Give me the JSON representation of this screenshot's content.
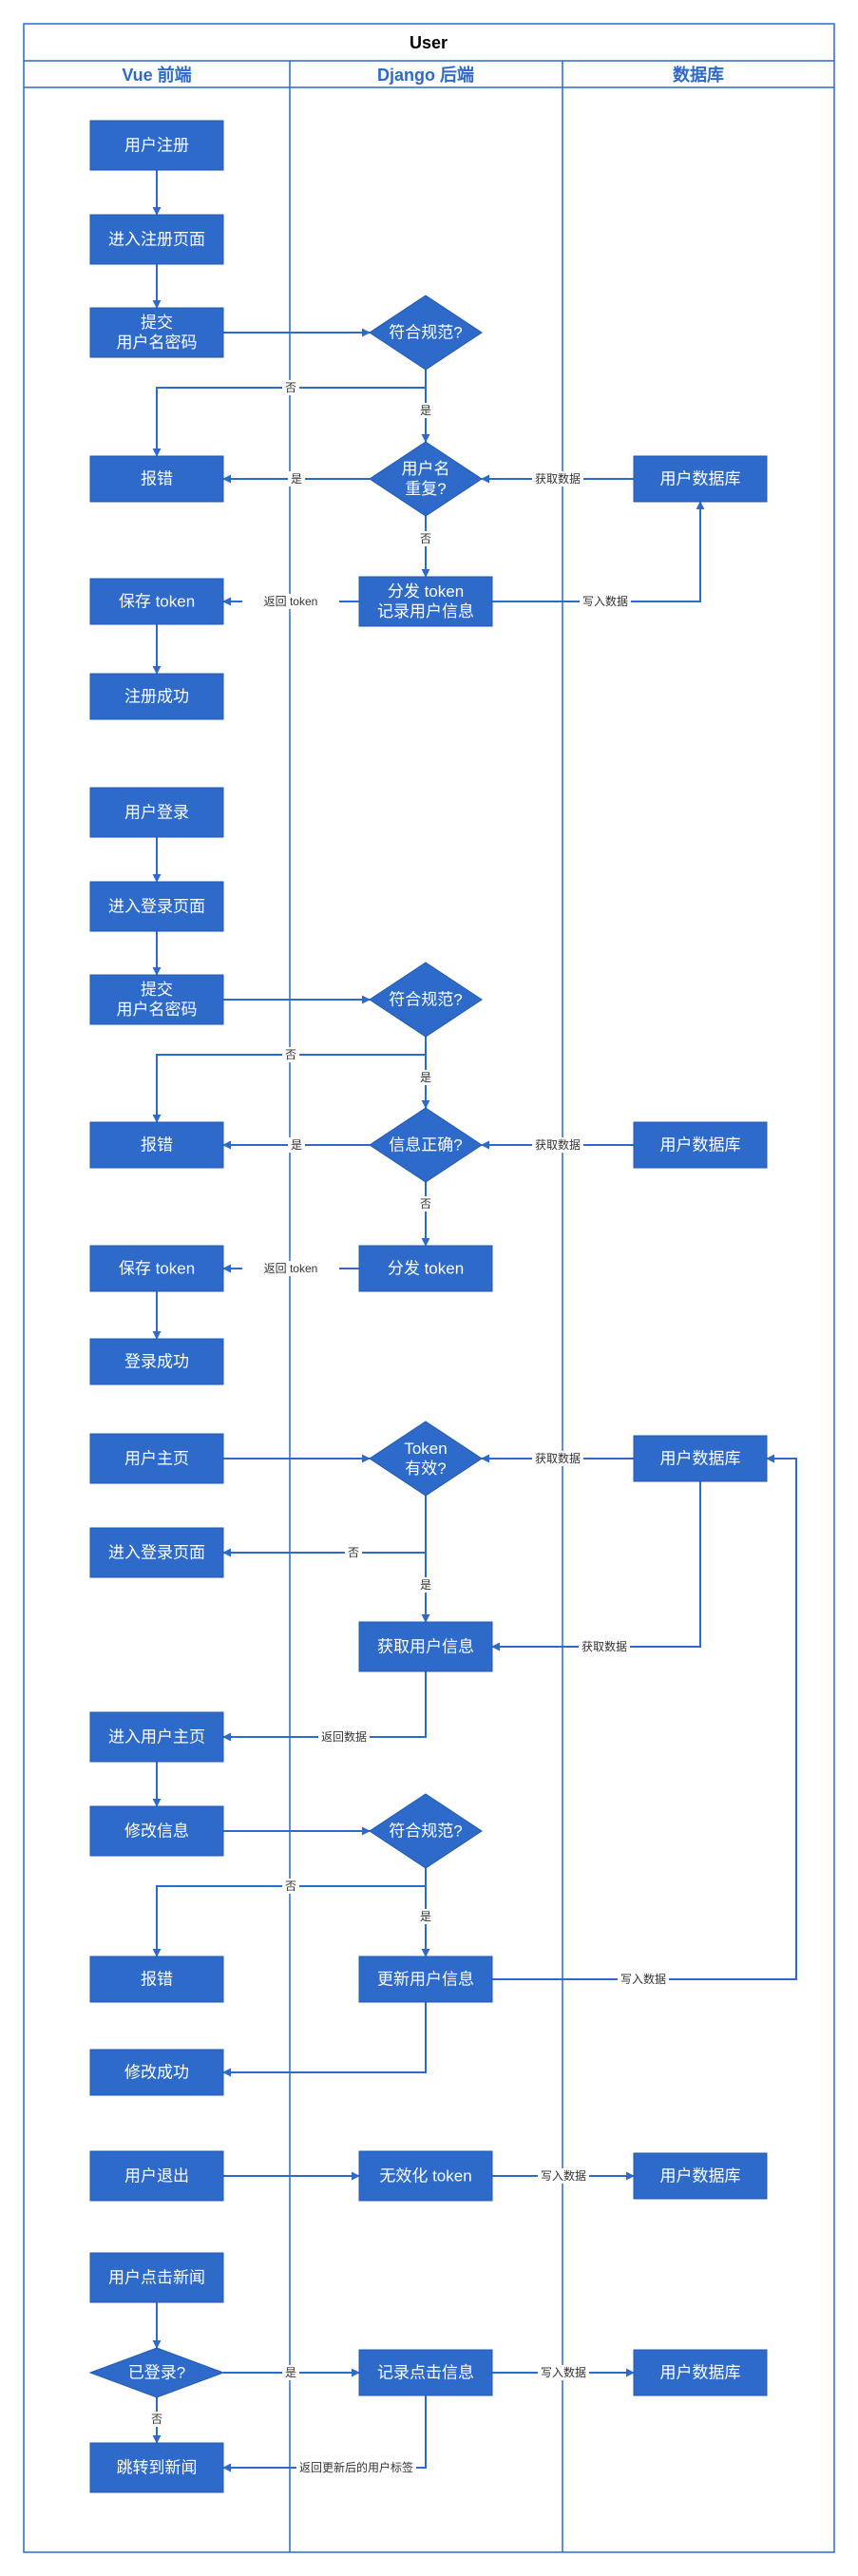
{
  "pool": {
    "title": "User"
  },
  "lanes": [
    {
      "id": "vue",
      "title": "Vue 前端"
    },
    {
      "id": "django",
      "title": "Django 后端"
    },
    {
      "id": "db",
      "title": "数据库"
    }
  ],
  "colors": {
    "node_fill": "#2d6ac9",
    "line": "#2d6ac9",
    "lane_border": "#2d6ac9"
  },
  "nodes": [
    {
      "id": "reg_start",
      "type": "process",
      "lane": "vue",
      "lines": [
        "用户注册"
      ]
    },
    {
      "id": "reg_page",
      "type": "process",
      "lane": "vue",
      "lines": [
        "进入注册页面"
      ]
    },
    {
      "id": "reg_submit",
      "type": "process",
      "lane": "vue",
      "lines": [
        "提交",
        "用户名密码"
      ]
    },
    {
      "id": "reg_valid",
      "type": "decision",
      "lane": "django",
      "lines": [
        "符合规范?"
      ]
    },
    {
      "id": "reg_err",
      "type": "process",
      "lane": "vue",
      "lines": [
        "报错"
      ]
    },
    {
      "id": "reg_dup",
      "type": "decision",
      "lane": "django",
      "lines": [
        "用户名",
        "重复?"
      ]
    },
    {
      "id": "reg_db",
      "type": "process",
      "lane": "db",
      "lines": [
        "用户数据库"
      ]
    },
    {
      "id": "reg_save_token",
      "type": "process",
      "lane": "vue",
      "lines": [
        "保存 token"
      ]
    },
    {
      "id": "reg_issue",
      "type": "process",
      "lane": "django",
      "lines": [
        "分发 token",
        "记录用户信息"
      ]
    },
    {
      "id": "reg_success",
      "type": "process",
      "lane": "vue",
      "lines": [
        "注册成功"
      ]
    },
    {
      "id": "login_start",
      "type": "process",
      "lane": "vue",
      "lines": [
        "用户登录"
      ]
    },
    {
      "id": "login_page",
      "type": "process",
      "lane": "vue",
      "lines": [
        "进入登录页面"
      ]
    },
    {
      "id": "login_submit",
      "type": "process",
      "lane": "vue",
      "lines": [
        "提交",
        "用户名密码"
      ]
    },
    {
      "id": "login_valid",
      "type": "decision",
      "lane": "django",
      "lines": [
        "符合规范?"
      ]
    },
    {
      "id": "login_err",
      "type": "process",
      "lane": "vue",
      "lines": [
        "报错"
      ]
    },
    {
      "id": "login_check",
      "type": "decision",
      "lane": "django",
      "lines": [
        "信息正确?"
      ]
    },
    {
      "id": "login_db",
      "type": "process",
      "lane": "db",
      "lines": [
        "用户数据库"
      ]
    },
    {
      "id": "login_save_token",
      "type": "process",
      "lane": "vue",
      "lines": [
        "保存 token"
      ]
    },
    {
      "id": "login_issue",
      "type": "process",
      "lane": "django",
      "lines": [
        "分发 token"
      ]
    },
    {
      "id": "login_success",
      "type": "process",
      "lane": "vue",
      "lines": [
        "登录成功"
      ]
    },
    {
      "id": "home",
      "type": "process",
      "lane": "vue",
      "lines": [
        "用户主页"
      ]
    },
    {
      "id": "token_valid",
      "type": "decision",
      "lane": "django",
      "lines": [
        "Token",
        "有效?"
      ]
    },
    {
      "id": "home_db",
      "type": "process",
      "lane": "db",
      "lines": [
        "用户数据库"
      ]
    },
    {
      "id": "goto_login",
      "type": "process",
      "lane": "vue",
      "lines": [
        "进入登录页面"
      ]
    },
    {
      "id": "get_info",
      "type": "process",
      "lane": "django",
      "lines": [
        "获取用户信息"
      ]
    },
    {
      "id": "enter_home",
      "type": "process",
      "lane": "vue",
      "lines": [
        "进入用户主页"
      ]
    },
    {
      "id": "edit_info",
      "type": "process",
      "lane": "vue",
      "lines": [
        "修改信息"
      ]
    },
    {
      "id": "edit_valid",
      "type": "decision",
      "lane": "django",
      "lines": [
        "符合规范?"
      ]
    },
    {
      "id": "edit_err",
      "type": "process",
      "lane": "vue",
      "lines": [
        "报错"
      ]
    },
    {
      "id": "update_info",
      "type": "process",
      "lane": "django",
      "lines": [
        "更新用户信息"
      ]
    },
    {
      "id": "edit_success",
      "type": "process",
      "lane": "vue",
      "lines": [
        "修改成功"
      ]
    },
    {
      "id": "logout",
      "type": "process",
      "lane": "vue",
      "lines": [
        "用户退出"
      ]
    },
    {
      "id": "invalidate",
      "type": "process",
      "lane": "django",
      "lines": [
        "无效化 token"
      ]
    },
    {
      "id": "logout_db",
      "type": "process",
      "lane": "db",
      "lines": [
        "用户数据库"
      ]
    },
    {
      "id": "click_news",
      "type": "process",
      "lane": "vue",
      "lines": [
        "用户点击新闻"
      ]
    },
    {
      "id": "logged_in",
      "type": "decision",
      "lane": "vue",
      "lines": [
        "已登录?"
      ]
    },
    {
      "id": "record_click",
      "type": "process",
      "lane": "django",
      "lines": [
        "记录点击信息"
      ]
    },
    {
      "id": "click_db",
      "type": "process",
      "lane": "db",
      "lines": [
        "用户数据库"
      ]
    },
    {
      "id": "jump_news",
      "type": "process",
      "lane": "vue",
      "lines": [
        "跳转到新闻"
      ]
    }
  ],
  "edges": [
    {
      "from": "reg_start",
      "to": "reg_page",
      "label": ""
    },
    {
      "from": "reg_page",
      "to": "reg_submit",
      "label": ""
    },
    {
      "from": "reg_submit",
      "to": "reg_valid",
      "label": ""
    },
    {
      "from": "reg_valid",
      "to": "reg_err",
      "label": "否"
    },
    {
      "from": "reg_valid",
      "to": "reg_dup",
      "label": "是"
    },
    {
      "from": "reg_dup",
      "to": "reg_err",
      "label": "是"
    },
    {
      "from": "reg_db",
      "to": "reg_dup",
      "label": "获取数据"
    },
    {
      "from": "reg_dup",
      "to": "reg_issue",
      "label": "否"
    },
    {
      "from": "reg_issue",
      "to": "reg_save_token",
      "label": "返回 token"
    },
    {
      "from": "reg_issue",
      "to": "reg_db",
      "label": "写入数据"
    },
    {
      "from": "reg_save_token",
      "to": "reg_success",
      "label": ""
    },
    {
      "from": "login_start",
      "to": "login_page",
      "label": ""
    },
    {
      "from": "login_page",
      "to": "login_submit",
      "label": ""
    },
    {
      "from": "login_submit",
      "to": "login_valid",
      "label": ""
    },
    {
      "from": "login_valid",
      "to": "login_err",
      "label": "否"
    },
    {
      "from": "login_valid",
      "to": "login_check",
      "label": "是"
    },
    {
      "from": "login_check",
      "to": "login_err",
      "label": "是"
    },
    {
      "from": "login_db",
      "to": "login_check",
      "label": "获取数据"
    },
    {
      "from": "login_check",
      "to": "login_issue",
      "label": "否"
    },
    {
      "from": "login_issue",
      "to": "login_save_token",
      "label": "返回 token"
    },
    {
      "from": "login_save_token",
      "to": "login_success",
      "label": ""
    },
    {
      "from": "home",
      "to": "token_valid",
      "label": ""
    },
    {
      "from": "home_db",
      "to": "token_valid",
      "label": "获取数据"
    },
    {
      "from": "token_valid",
      "to": "goto_login",
      "label": "否"
    },
    {
      "from": "token_valid",
      "to": "get_info",
      "label": "是"
    },
    {
      "from": "home_db",
      "to": "get_info",
      "label": "获取数据"
    },
    {
      "from": "get_info",
      "to": "enter_home",
      "label": "返回数据"
    },
    {
      "from": "enter_home",
      "to": "edit_info",
      "label": ""
    },
    {
      "from": "edit_info",
      "to": "edit_valid",
      "label": ""
    },
    {
      "from": "edit_valid",
      "to": "edit_err",
      "label": "否"
    },
    {
      "from": "edit_valid",
      "to": "update_info",
      "label": "是"
    },
    {
      "from": "update_info",
      "to": "home_db",
      "label": "写入数据"
    },
    {
      "from": "update_info",
      "to": "edit_success",
      "label": ""
    },
    {
      "from": "logout",
      "to": "invalidate",
      "label": ""
    },
    {
      "from": "invalidate",
      "to": "logout_db",
      "label": "写入数据"
    },
    {
      "from": "click_news",
      "to": "logged_in",
      "label": ""
    },
    {
      "from": "logged_in",
      "to": "record_click",
      "label": "是"
    },
    {
      "from": "logged_in",
      "to": "jump_news",
      "label": "否"
    },
    {
      "from": "record_click",
      "to": "click_db",
      "label": "写入数据"
    },
    {
      "from": "record_click",
      "to": "jump_news",
      "label": "返回更新后的用户标签"
    }
  ]
}
